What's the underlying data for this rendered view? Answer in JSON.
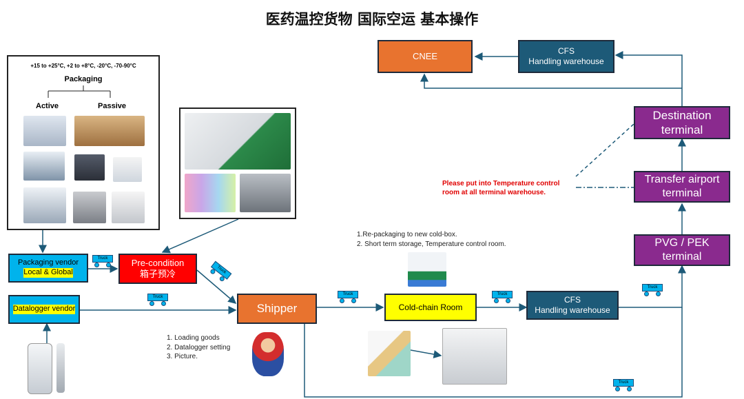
{
  "title": "医药温控货物 国际空运 基本操作",
  "packaging_panel": {
    "temps": "+15 to +25°C, +2 to +8°C, -20°C, -70-90°C",
    "heading": "Packaging",
    "active": "Active",
    "passive": "Passive"
  },
  "packaging_vendor": {
    "line1": "Packaging vendor",
    "line2": "Local & Global"
  },
  "datalogger_vendor": "Datalogger vendor",
  "precondition": {
    "line1": "Pre-condition",
    "line2": "箱子预冷"
  },
  "shipper": "Shipper",
  "coldchain": "Cold-chain Room",
  "cfs_origin": {
    "line1": "CFS",
    "line2": "Handling warehouse"
  },
  "cfs_dest": {
    "line1": "CFS",
    "line2": "Handling warehouse"
  },
  "cnee": "CNEE",
  "pvg_pek": {
    "line1": "PVG / PEK",
    "line2": "terminal"
  },
  "transfer": {
    "line1": "Transfer airport",
    "line2": "terminal"
  },
  "destination": {
    "line1": "Destination",
    "line2": "terminal"
  },
  "truck_label": "Truck",
  "shipper_notes": [
    "1. Loading goods",
    "2. Datalogger setting",
    "3. Picture."
  ],
  "coldroom_notes": [
    "1.Re-packaging to new cold-box.",
    "2. Short term storage, Temperature control room."
  ],
  "warning": {
    "line1": "Please put into Temperature control",
    "line2": "room at all terminal warehouse."
  },
  "colors": {
    "orange": "#e8732f",
    "teal": "#1d5a78",
    "purple": "#8a2a8e",
    "cyan": "#00b3ec",
    "red": "#ff0000",
    "yellow": "#ffff00"
  }
}
